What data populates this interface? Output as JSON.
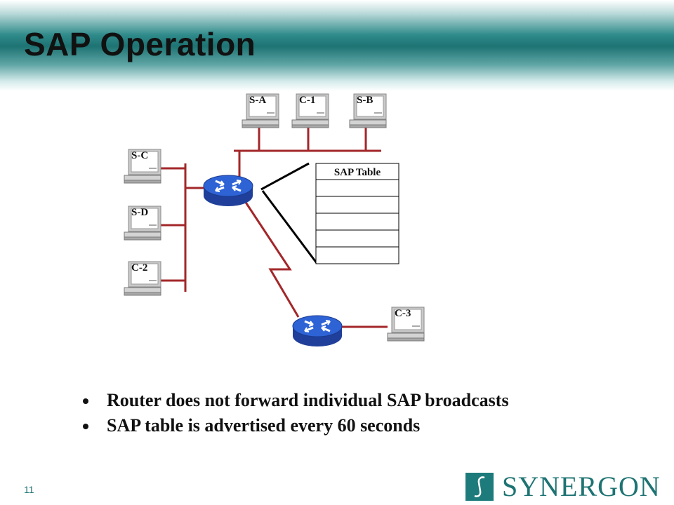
{
  "slide": {
    "title": "SAP Operation",
    "page_number": "11"
  },
  "diagram": {
    "nodes": {
      "s_a": "S-A",
      "c_1": "C-1",
      "s_b": "S-B",
      "s_c": "S-C",
      "s_d": "S-D",
      "c_2": "C-2",
      "c_3": "C-3"
    },
    "sap_table": {
      "title": "SAP Table",
      "rows": [
        "",
        "",
        "",
        "",
        ""
      ]
    },
    "colors": {
      "link": "#a3272a",
      "router_top": "#2e63d6",
      "router_side": "#1f3f9a"
    }
  },
  "bullets": [
    "Router does not forward individual SAP broadcasts",
    "SAP table is advertised every 60 seconds"
  ],
  "logo": {
    "text": "SYNERGON",
    "color": "#1e7373"
  }
}
